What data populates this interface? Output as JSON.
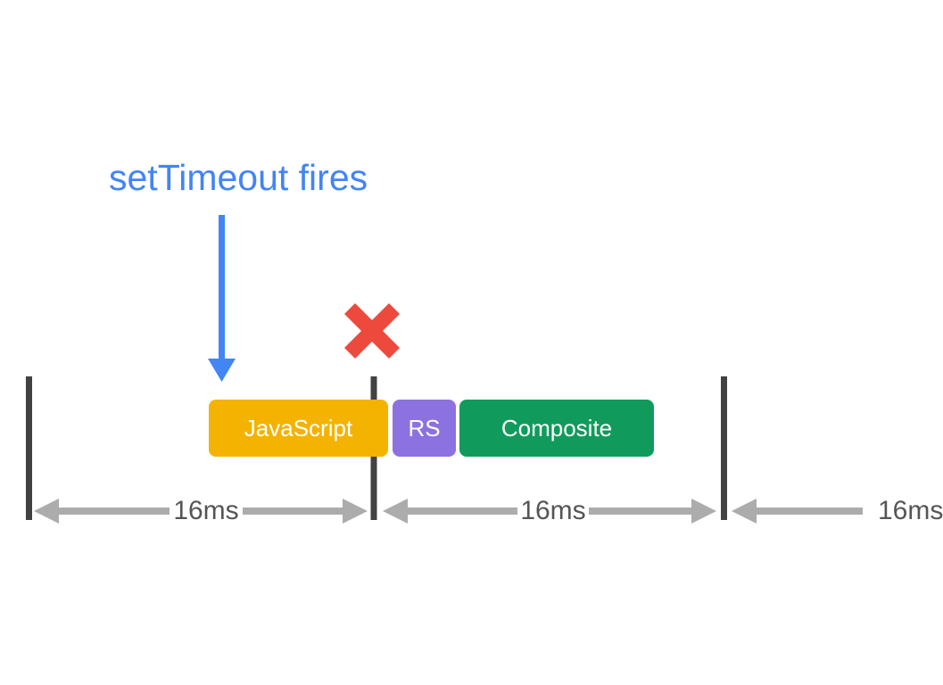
{
  "title": {
    "text": "setTimeout fires"
  },
  "blocks": [
    {
      "id": "javascript",
      "label": "JavaScript"
    },
    {
      "id": "recalc-styles",
      "label": "RS"
    },
    {
      "id": "composite",
      "label": "Composite"
    }
  ],
  "intervals": [
    {
      "label": "16ms"
    },
    {
      "label": "16ms"
    },
    {
      "label": "16ms"
    }
  ],
  "colors": {
    "background": "#ffffff",
    "annotation_blue": "#4285F4",
    "missed_frame_red": "#ED4A3D",
    "frame_boundary": "#424244",
    "interval_arrow": "#ACACAC",
    "interval_text": "#555557",
    "javascript_block": "#F3B300",
    "recalc_styles_block": "#8C72E0",
    "composite_block": "#109B5C",
    "block_text": "#ffffff"
  }
}
